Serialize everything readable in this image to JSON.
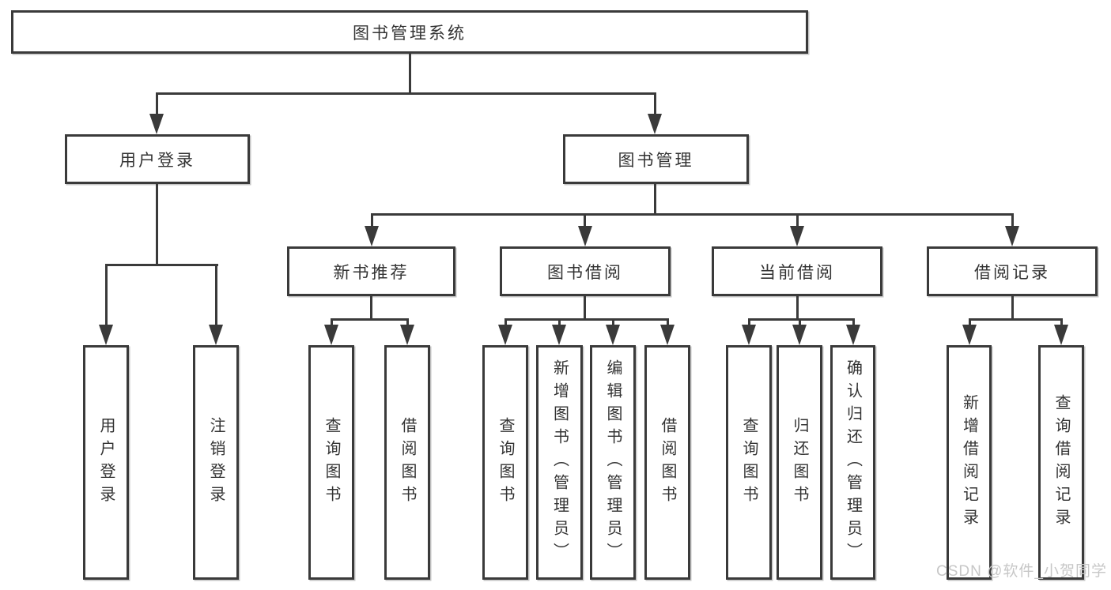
{
  "colors": {
    "line": "#3a3a3a",
    "text": "#333333",
    "watermark": "#c7c7c7",
    "background": "#ffffff"
  },
  "watermark": {
    "text": "CSDN @软件_小贺同学"
  },
  "tree": {
    "label": "图书管理系统",
    "children": [
      {
        "label": "用户登录",
        "children": [
          {
            "label": "用户登录"
          },
          {
            "label": "注销登录"
          }
        ]
      },
      {
        "label": "图书管理",
        "children": [
          {
            "label": "新书推荐",
            "children": [
              {
                "label": "查询图书"
              },
              {
                "label": "借阅图书"
              }
            ]
          },
          {
            "label": "图书借阅",
            "children": [
              {
                "label": "查询图书"
              },
              {
                "label": "新增图书（管理员）"
              },
              {
                "label": "编辑图书（管理员）"
              },
              {
                "label": "借阅图书"
              }
            ]
          },
          {
            "label": "当前借阅",
            "children": [
              {
                "label": "查询图书"
              },
              {
                "label": "归还图书"
              },
              {
                "label": "确认归还（管理员）"
              }
            ]
          },
          {
            "label": "借阅记录",
            "children": [
              {
                "label": "新增借阅记录"
              },
              {
                "label": "查询借阅记录"
              }
            ]
          }
        ]
      }
    ]
  }
}
